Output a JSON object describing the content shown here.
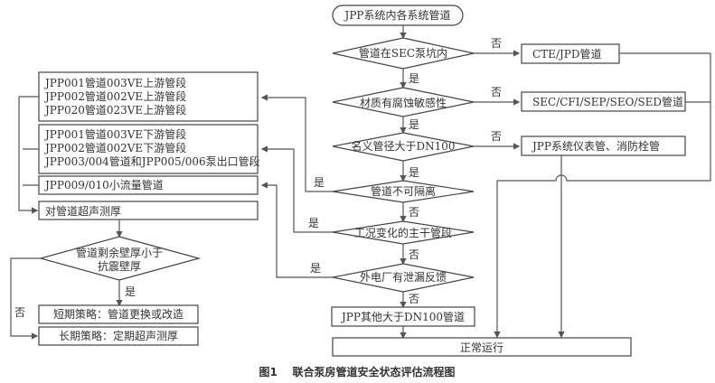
{
  "start": "JPP系统内各系统管道",
  "decisions": {
    "d1": "管道在SEC泵坑内",
    "d2": "材质有腐蚀敏感性",
    "d3": "名义管径大于DN100",
    "d4": "管道不可隔离",
    "d5": "工况变化的主干管段",
    "d6": "外电厂有泄漏反馈",
    "d7_line1": "管道剩余壁厚小于",
    "d7_line2": "抗震壁厚"
  },
  "right_boxes": {
    "r1": "CTE/JPD管道",
    "r2": "SEC/CFI/SEP/SEO/SED管道",
    "r3": "JPP系统仪表管、消防栓管"
  },
  "left_boxes": {
    "upstream": [
      "JPP001管道003VE上游管段",
      "JPP002管道002VE上游管段",
      "JPP020管道023VE上游管段"
    ],
    "downstream": [
      "JPP001管道003VE下游管段",
      "JPP002管道002VE下游管段",
      "JPP003/004管道和JPP005/006泵出口管段"
    ],
    "small_flow": "JPP009/010小流量管道",
    "ultrasonic": "对管道超声测厚",
    "short_term": "短期策略：管道更换或改造",
    "long_term": "长期策略：定期超声测厚"
  },
  "other_pipes": "JPP其他大于DN100管道",
  "normal": "正常运行",
  "labels": {
    "yes": "是",
    "no": "否"
  },
  "caption": "图1    联合泵房管道安全状态评估流程图"
}
